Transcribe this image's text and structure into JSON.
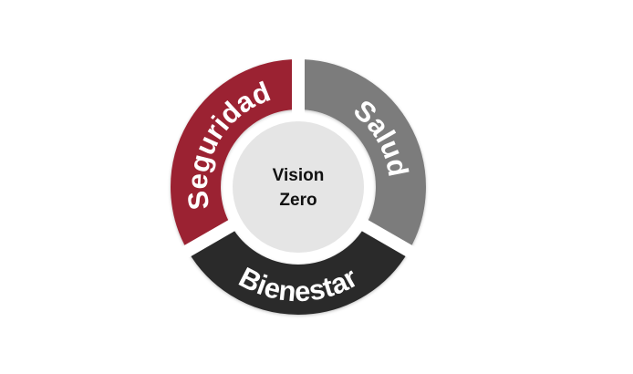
{
  "diagram": {
    "center": {
      "line1": "Vision",
      "line2": "Zero"
    },
    "segments": [
      {
        "label": "Seguridad",
        "color": "#9b2230"
      },
      {
        "label": "Salud",
        "color": "#7b7b7b"
      },
      {
        "label": "Bienestar",
        "color": "#2b2b2b"
      }
    ],
    "center_color": "#e5e5e5"
  }
}
